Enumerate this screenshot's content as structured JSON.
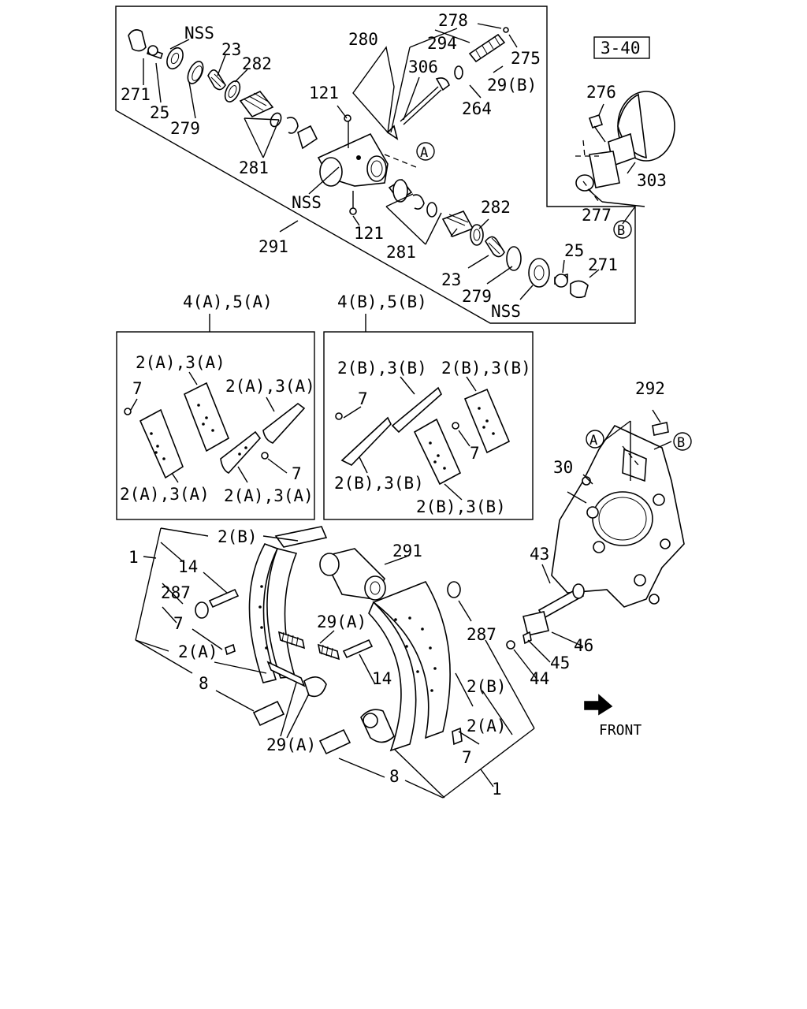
{
  "ref_box": "3-40",
  "front_label": "FRONT",
  "circle_a": "A",
  "circle_b": "B",
  "kit_a": "4(A),5(A)",
  "kit_b": "4(B),5(B)",
  "labels": {
    "l271": "271",
    "l25": "25",
    "l279": "279",
    "lnss": "NSS",
    "l23": "23",
    "l282": "282",
    "l280": "280",
    "l278": "278",
    "l294": "294",
    "l275": "275",
    "l306": "306",
    "l29b": "29(B)",
    "l264": "264",
    "l121": "121",
    "l281": "281",
    "l291": "291",
    "l276": "276",
    "l303": "303",
    "l277": "277",
    "l7": "7",
    "l2a3a": "2(A),3(A)",
    "l2b3b": "2(B),3(B)",
    "l292": "292",
    "l30": "30",
    "l1": "1",
    "l14": "14",
    "l287": "287",
    "l2a": "2(A)",
    "l8": "8",
    "l2b": "2(B)",
    "l29a": "29(A)",
    "l43": "43",
    "l46": "46",
    "l45": "45",
    "l44": "44"
  }
}
